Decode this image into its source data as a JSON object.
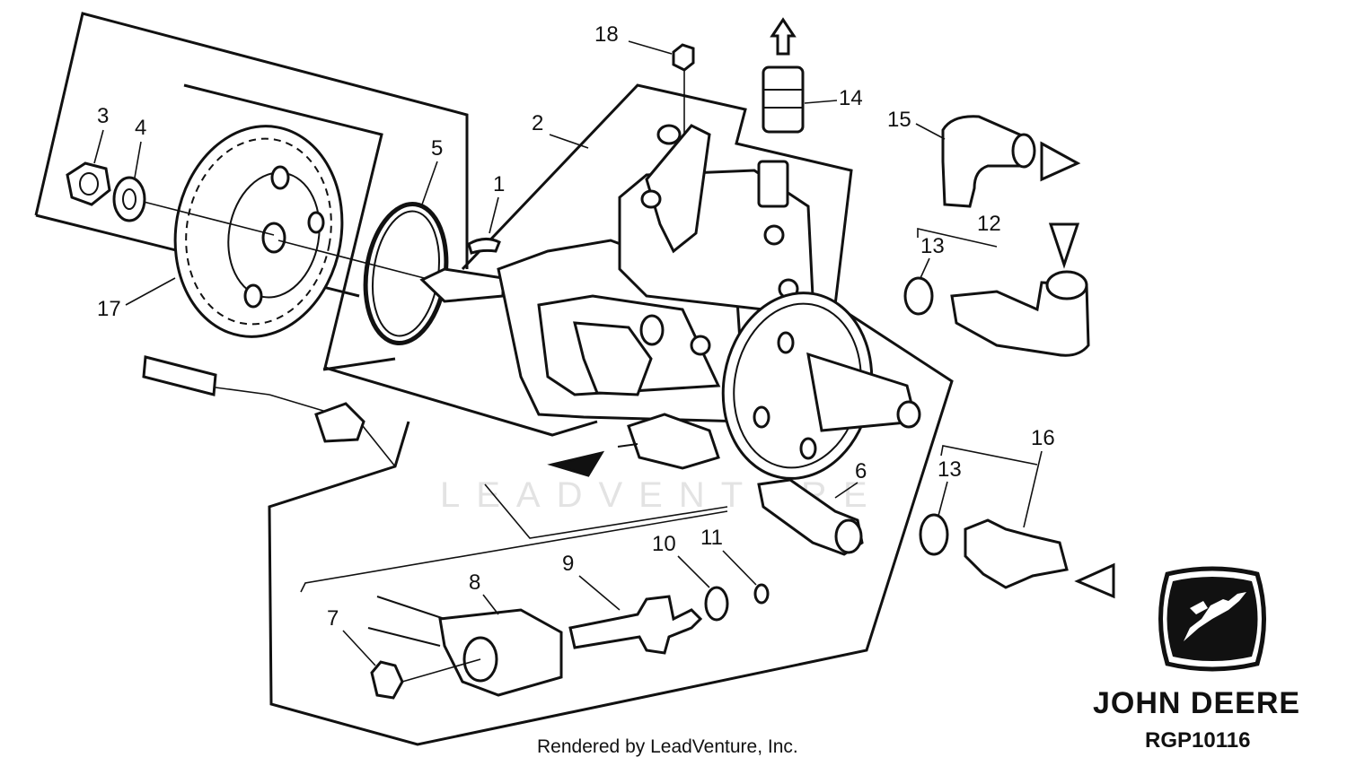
{
  "diagram": {
    "callouts": [
      "18",
      "14",
      "15",
      "2",
      "3",
      "4",
      "5",
      "1",
      "12",
      "13",
      "17",
      "6",
      "16",
      "13",
      "10",
      "11",
      "9",
      "8",
      "7"
    ],
    "watermark": "LEADVENTURE",
    "credit": "Rendered by LeadVenture, Inc.",
    "brand": "JOHN DEERE",
    "figure_code": "RGP10116"
  }
}
